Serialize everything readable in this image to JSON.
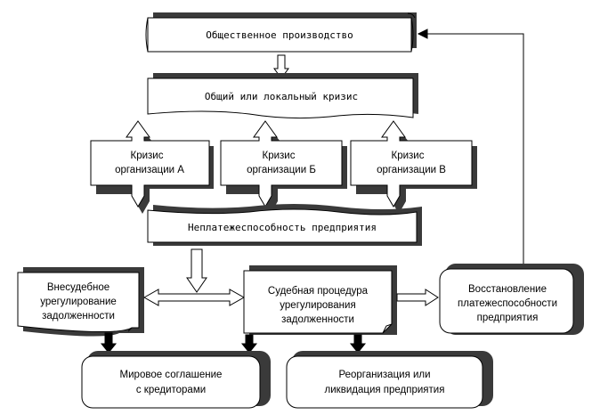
{
  "nodes": {
    "public_production": "Общественное производство",
    "crisis": "Общий или локальный кризис",
    "crisis_a_line1": "Кризис",
    "crisis_a_line2": "организации А",
    "crisis_b_line1": "Кризис",
    "crisis_b_line2": "организации Б",
    "crisis_c_line1": "Кризис",
    "crisis_c_line2": "организации В",
    "insolvency": "Неплатежеспособность предприятия",
    "out_of_court_line1": "Внесудебное",
    "out_of_court_line2": "урегулирование",
    "out_of_court_line3": "задолженности",
    "court_line1": "Судебная процедура",
    "court_line2": "урегулирования",
    "court_line3": "задолженности",
    "restore_line1": "Восстановление",
    "restore_line2": "платежеспособности",
    "restore_line3": "предприятия",
    "settlement_line1": "Мировое соглашение",
    "settlement_line2": "с кредиторами",
    "reorg_line1": "Реорганизация или",
    "reorg_line2": "ликвидация предприятия"
  }
}
